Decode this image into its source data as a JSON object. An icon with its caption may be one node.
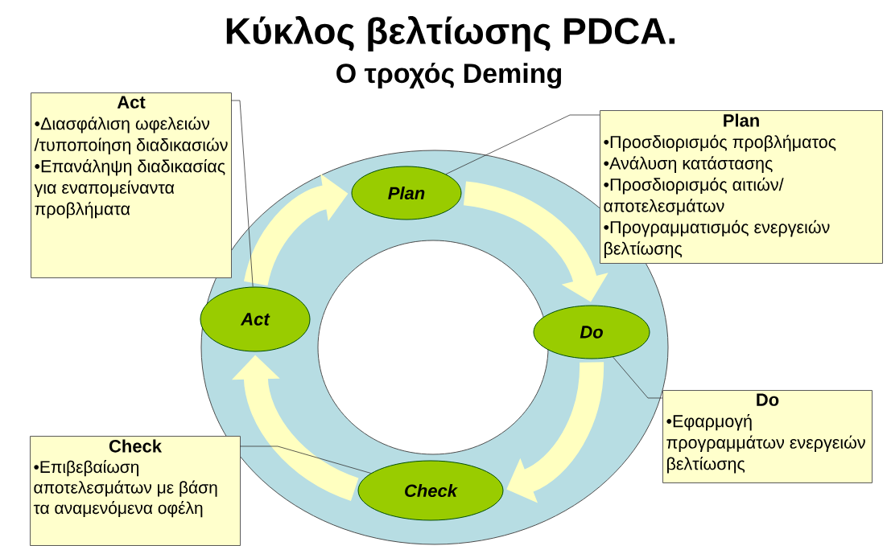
{
  "diagram": {
    "title": "Κύκλος βελτίωσης  PDCA.",
    "labels": [
      "Ο τροχός Deming"
    ],
    "nodes": [
      {
        "text": [
          "Act",
          "•Διασφάλιση ωφελειών /τυποποίηση διαδικασιών",
          "•Επανάληψη διαδικασίας για εναπομείναντα προβλήματα"
        ]
      },
      {
        "text": [
          "Plan",
          "•Προσδιορισμός προβλήματος",
          "•Ανάλυση κατάστασης",
          "•Προσδιορισμός αιτιών/ αποτελεσμάτων",
          "•Προγραμματισμός ενεργειών βελτίωσης"
        ]
      },
      {
        "text": [
          "Plan"
        ]
      },
      {
        "text": [
          "Act"
        ]
      },
      {
        "text": [
          "Do"
        ]
      },
      {
        "text": [
          "Do",
          "•Εφαρμογή προγραμμάτων ενεργειών βελτίωσης"
        ]
      },
      {
        "text": [
          "Check",
          "•Επιβεβαίωση αποτελεσμάτων με βάση τα αναμενόμενα οφέλη"
        ]
      },
      {
        "text": [
          "Check"
        ]
      }
    ],
    "edges": [
      {
        "from": 2,
        "to": 4,
        "arrow": "to",
        "style": "thick",
        "color": "#ffffc0"
      },
      {
        "from": 4,
        "to": 7,
        "arrow": "to",
        "style": "thick",
        "color": "#ffffc0"
      },
      {
        "from": 7,
        "to": 3,
        "arrow": "to",
        "style": "thick",
        "color": "#ffffc0"
      },
      {
        "from": 3,
        "to": 2,
        "arrow": "to",
        "style": "thick",
        "color": "#ffffc0"
      },
      {
        "from": 0,
        "to": 3,
        "arrow": "none",
        "color": "#333333"
      },
      {
        "from": 1,
        "to": 2,
        "arrow": "none",
        "color": "#333333"
      },
      {
        "from": 5,
        "to": 4,
        "arrow": "none",
        "color": "#333333"
      },
      {
        "from": 6,
        "to": 7,
        "arrow": "none",
        "color": "#333333"
      }
    ]
  }
}
